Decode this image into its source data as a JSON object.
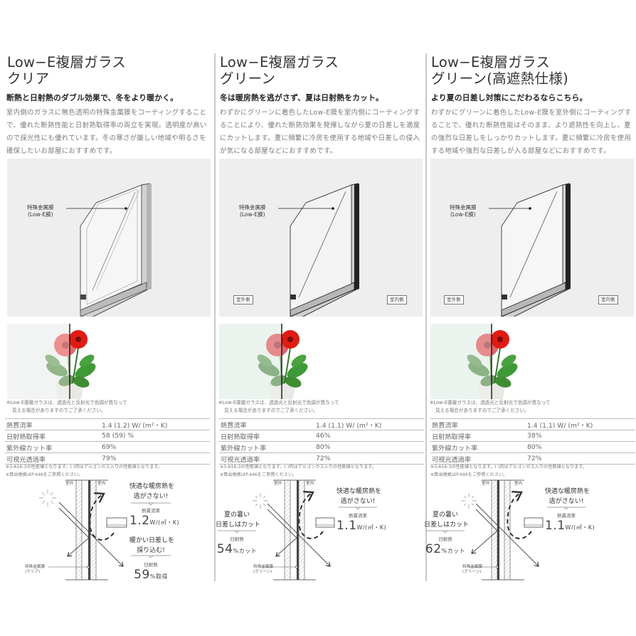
{
  "columns": [
    {
      "title_line1": "Low−E複層ガラス",
      "title_line2": "クリア",
      "lead": "断熱と日射熱のダブル効果で、冬をより暖かく。",
      "description": "室内側のガラスに無色透明の特殊金属膜をコーティングすることで、優れた断熱性能と日射熱取得率の両立を実現。透明度が高いので採光性にも優れています。冬の寒さが厳しい地域や明るさを確保したいお部屋におすすめです。",
      "glass_illustration": {
        "coating_label_line1": "特殊金属膜",
        "coating_label_line2": "(Low-E膜)",
        "outside_tag": "",
        "inside_tag": ""
      },
      "photo_note_line1": "※Low-E複層ガラスは、透過光と反射光で色調が異なって",
      "photo_note_line2": "見える場合がありますのでご了承ください。",
      "specs": [
        {
          "label": "熱貫流率",
          "value": "1.4 (1.2) W/ (m²・K)"
        },
        {
          "label": "日射熱取得率",
          "value": "58 (59) %"
        },
        {
          "label": "紫外線カット率",
          "value": "69%"
        },
        {
          "label": "可視光透過率",
          "value": "79%"
        }
      ],
      "spec_note_line1": "※3-A16-3の性能値となります。( )内はアルゴンガス入りの性能値となります。",
      "spec_note_line2": "※算出根拠はP.446をご参照ください。",
      "diagram": {
        "outside_label": "室外",
        "inside_label": "室内",
        "coating_label_line1": "特殊金属膜",
        "coating_label_line2": "(クリア)",
        "callout1_line1": "快適な暖房熱を",
        "callout1_line2": "逃がさない!",
        "callout1_sub": "熱貫流率",
        "callout1_value": "1.2",
        "callout1_unit": "W/(㎡・K)",
        "callout2_line1": "暖かい日差しを",
        "callout2_line2": "採り込む!",
        "callout2_sub": "日射熱",
        "callout2_value": "59",
        "callout2_unit": "%取得"
      }
    },
    {
      "title_line1": "Low−E複層ガラス",
      "title_line2": "グリーン",
      "lead": "冬は暖房熱を逃がさず、夏は日射熱をカット。",
      "description": "わずかにグリーンに着色したLow-E膜を室内側にコーティングすることにより、優れた断熱効果を発揮しながら夏の日差しを適度にカットします。夏に頻繁に冷房を使用する地域や日差しの侵入が気になる部屋などにおすすめです。",
      "glass_illustration": {
        "coating_label_line1": "特殊金属膜",
        "coating_label_line2": "(Low-E膜)",
        "outside_tag": "室外側",
        "inside_tag": "室内側"
      },
      "photo_note_line1": "※Low-E複層ガラスは、透過光と反射光で色調が異なって",
      "photo_note_line2": "見える場合がありますのでご了承ください。",
      "specs": [
        {
          "label": "熱貫流率",
          "value": "1.4 (1.1) W/ (m²・K)"
        },
        {
          "label": "日射熱取得率",
          "value": "46%"
        },
        {
          "label": "紫外線カット率",
          "value": "80%"
        },
        {
          "label": "可視光透過率",
          "value": "72%"
        }
      ],
      "spec_note_line1": "※3-A16-3の性能値となります。( )内はアルゴンガス入りの性能値となります。",
      "spec_note_line2": "※算出根拠はP.446をご参照ください。",
      "diagram": {
        "outside_label": "室外",
        "inside_label": "室内",
        "coating_label_line1": "特殊金属膜",
        "coating_label_line2": "(グリーン)",
        "callout1_line1": "快適な暖房熱を",
        "callout1_line2": "逃がさない!",
        "callout1_sub": "熱貫流率",
        "callout1_value": "1.1",
        "callout1_unit": "W/(㎡・K)",
        "callout2_line1": "夏の暑い",
        "callout2_line2": "日差しはカット",
        "callout2_sub": "日射熱",
        "callout2_value": "54",
        "callout2_unit": "%カット"
      }
    },
    {
      "title_line1": "Low−E複層ガラス",
      "title_line2": "グリーン(高遮熱仕様)",
      "lead": "より夏の日差し対策にこだわるならこちら。",
      "description": "わずかにグリーンに着色したLow-E膜を室外側にコーティングすることで、優れた断熱性能はそのまま、より遮熱性を向上し、夏の強烈な日差しをしっかりカットします。夏に頻繁に冷房を使用する地域や強烈な日差しが入る部屋などにおすすめです。",
      "glass_illustration": {
        "coating_label_line1": "特殊金属膜",
        "coating_label_line2": "(Low-E膜)",
        "outside_tag": "室外側",
        "inside_tag": "室内側"
      },
      "photo_note_line1": "※Low-E複層ガラスは、透過光と反射光で色調が異なって",
      "photo_note_line2": "見える場合がありますのでご了承ください。",
      "specs": [
        {
          "label": "熱貫流率",
          "value": "1.4 (1.1) W/ (m²・K)"
        },
        {
          "label": "日射熱取得率",
          "value": "38%"
        },
        {
          "label": "紫外線カット率",
          "value": "80%"
        },
        {
          "label": "可視光透過率",
          "value": "72%"
        }
      ],
      "spec_note_line1": "※3-A16-3の性能値となります。( )内はアルゴンガス入りの性能値となります。",
      "spec_note_line2": "※算出根拠はP.446をご参照ください。",
      "diagram": {
        "outside_label": "室外",
        "inside_label": "室内",
        "coating_label_line1": "特殊金属膜",
        "coating_label_line2": "(グリーン)",
        "callout1_line1": "快適な暖房熱を",
        "callout1_line2": "逃がさない!",
        "callout1_sub": "熱貫流率",
        "callout1_value": "1.1",
        "callout1_unit": "W/(㎡・K)",
        "callout2_line1": "夏の暑い",
        "callout2_line2": "日差しはカット",
        "callout2_sub": "日射熱",
        "callout2_value": "62",
        "callout2_unit": "%カット"
      }
    }
  ]
}
